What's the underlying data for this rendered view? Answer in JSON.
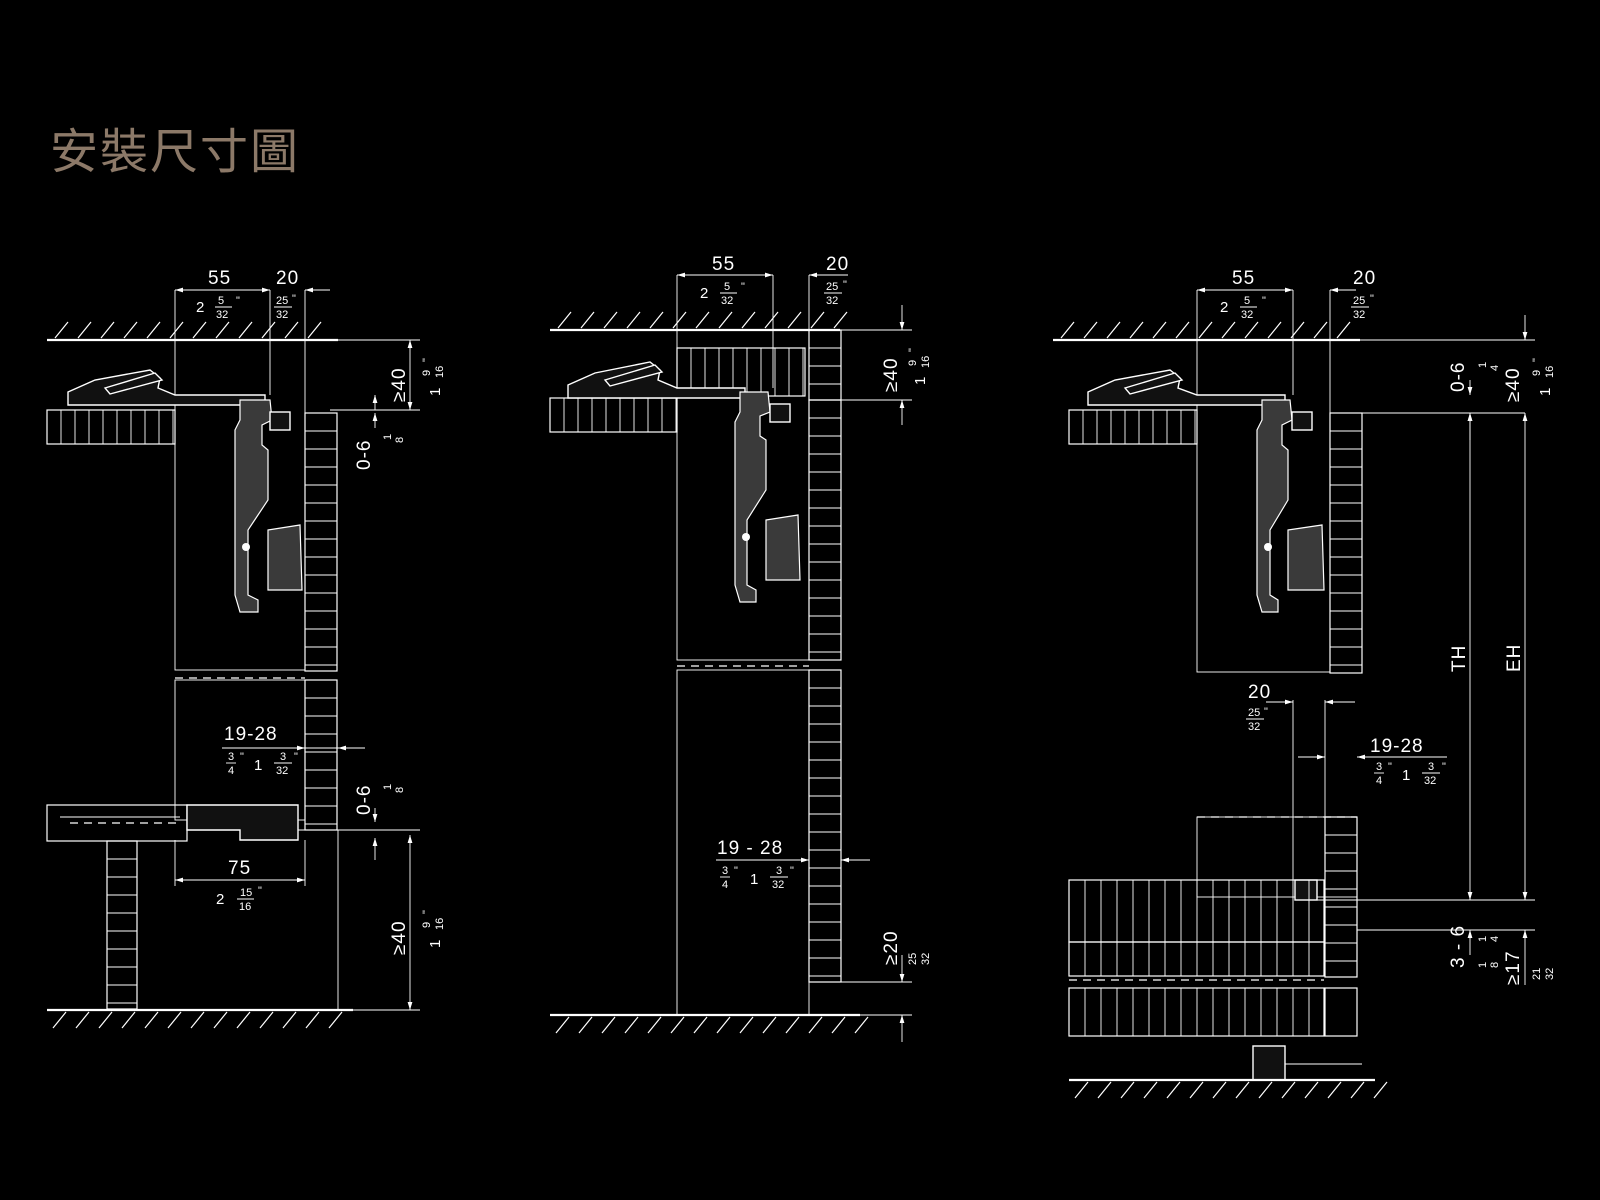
{
  "title": "安裝尺寸圖",
  "colors": {
    "background": "#000000",
    "title": "#8c7968",
    "line": "#ffffff"
  },
  "diagram_1": {
    "top_width_mm": "55",
    "top_width_in_whole": "2",
    "top_width_in_num": "5",
    "top_width_in_den": "32",
    "top_gap_mm": "20",
    "top_gap_in_num": "25",
    "top_gap_in_den": "32",
    "top_height_mm": "≥40",
    "top_height_in_whole": "1",
    "top_height_in_num": "9",
    "top_height_in_den": "16",
    "top_clear_mm": "0-6",
    "top_clear_in_num": "1",
    "top_clear_in_den": "8",
    "panel_mm": "19-28",
    "panel_in_a_num": "3",
    "panel_in_a_den": "4",
    "panel_in_whole": "1",
    "panel_in_b_num": "3",
    "panel_in_b_den": "32",
    "bottom_clear_mm": "0-6",
    "bottom_clear_in_num": "1",
    "bottom_clear_in_den": "8",
    "bottom_width_mm": "75",
    "bottom_width_in_whole": "2",
    "bottom_width_in_num": "15",
    "bottom_width_in_den": "16",
    "bottom_height_mm": "≥40",
    "bottom_height_in_whole": "1",
    "bottom_height_in_num": "9",
    "bottom_height_in_den": "16"
  },
  "diagram_2": {
    "top_width_mm": "55",
    "top_width_in_whole": "2",
    "top_width_in_num": "5",
    "top_width_in_den": "32",
    "top_gap_mm": "20",
    "top_gap_in_num": "25",
    "top_gap_in_den": "32",
    "top_height_mm": "≥40",
    "top_height_in_whole": "1",
    "top_height_in_num": "9",
    "top_height_in_den": "16",
    "panel_mm": "19 - 28",
    "panel_in_a_num": "3",
    "panel_in_a_den": "4",
    "panel_in_whole": "1",
    "panel_in_b_num": "3",
    "panel_in_b_den": "32",
    "bottom_height_mm": "≥20",
    "bottom_height_in_num": "25",
    "bottom_height_in_den": "32"
  },
  "diagram_3": {
    "top_width_mm": "55",
    "top_width_in_whole": "2",
    "top_width_in_num": "5",
    "top_width_in_den": "32",
    "top_gap_mm": "20",
    "top_gap_in_num": "25",
    "top_gap_in_den": "32",
    "top_clear_mm": "0-6",
    "top_clear_in_num": "1",
    "top_clear_in_den": "4",
    "top_height_mm": "≥40",
    "top_height_in_whole": "1",
    "top_height_in_num": "9",
    "top_height_in_den": "16",
    "th_label": "TH",
    "eh_label": "EH",
    "mid_gap_mm": "20",
    "mid_gap_in_num": "25",
    "mid_gap_in_den": "32",
    "panel_mm": "19-28",
    "panel_in_a_num": "3",
    "panel_in_a_den": "4",
    "panel_in_whole": "1",
    "panel_in_b_num": "3",
    "panel_in_b_den": "32",
    "bottom_clear_mm": "3 - 6",
    "bottom_clear_in_a_num": "1",
    "bottom_clear_in_a_den": "8",
    "bottom_clear_in_b_num": "1",
    "bottom_clear_in_b_den": "4",
    "bottom_height_mm": "≥17",
    "bottom_height_in_num": "21",
    "bottom_height_in_den": "32"
  }
}
